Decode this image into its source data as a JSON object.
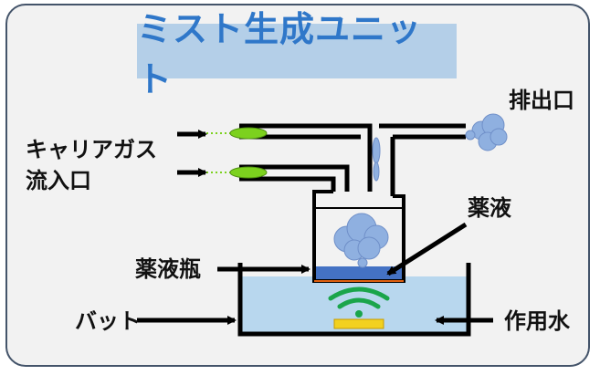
{
  "title": "ミスト生成ユニット",
  "labels": {
    "exhaust": "排出口",
    "carrier_gas_line1": "キャリアガス",
    "carrier_gas_line2": "流入口",
    "chemical_liquid": "薬液",
    "chemical_bottle": "薬液瓶",
    "vat": "バット",
    "working_water": "作用水"
  },
  "colors": {
    "panel_border": "#44546a",
    "title_bg": "#b4cfe8",
    "title_text": "#2f77c9",
    "gas_capsule": "#7cd11e",
    "water": "#b8d7ee",
    "liquid": "#4472c4",
    "mist": "#8fb0e0",
    "ultrasonic": "#1aa54b",
    "transducer": "#f2d11f"
  },
  "icons": [
    "gas-capsule-icon",
    "mist-cloud-icon",
    "ultrasonic-wave-icon",
    "transducer-icon",
    "arrow-icon"
  ]
}
